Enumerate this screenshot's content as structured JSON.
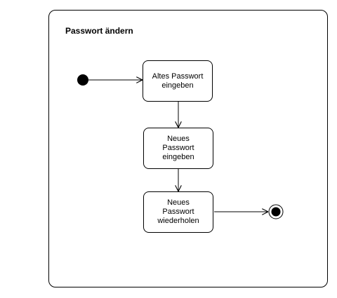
{
  "title": "Passwort ändern",
  "states": [
    {
      "id": "s1",
      "label": "Altes Passwort\neingeben"
    },
    {
      "id": "s2",
      "label": "Neues\nPasswort\neingeben"
    },
    {
      "id": "s3",
      "label": "Neues\nPasswort\nwiederholen"
    }
  ],
  "transitions": [
    {
      "from": "initial",
      "to": "s1"
    },
    {
      "from": "s1",
      "to": "s2"
    },
    {
      "from": "s2",
      "to": "s3"
    },
    {
      "from": "s3",
      "to": "final"
    }
  ],
  "colors": {
    "stroke": "#000000",
    "background": "#ffffff"
  }
}
